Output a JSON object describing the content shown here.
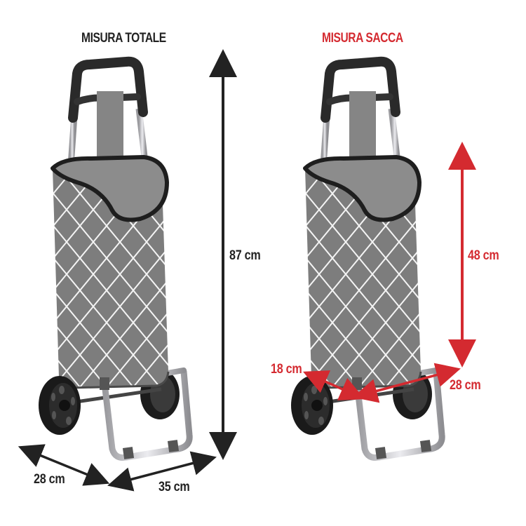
{
  "titles": {
    "total": "MISURA TOTALE",
    "bag": "MISURA SACCA"
  },
  "dimensions": {
    "total": {
      "height": "87 cm",
      "depth": "28 cm",
      "width": "35 cm"
    },
    "bag": {
      "height": "48 cm",
      "depth": "18 cm",
      "width": "28 cm"
    }
  },
  "colors": {
    "dark_text": "#222222",
    "accent_red": "#d42a30",
    "bag_gray": "#7b7b7b",
    "lid_gray": "#8a8a8a",
    "frame_silver": "#c8c8cc",
    "handle_black": "#2a2a2a"
  }
}
